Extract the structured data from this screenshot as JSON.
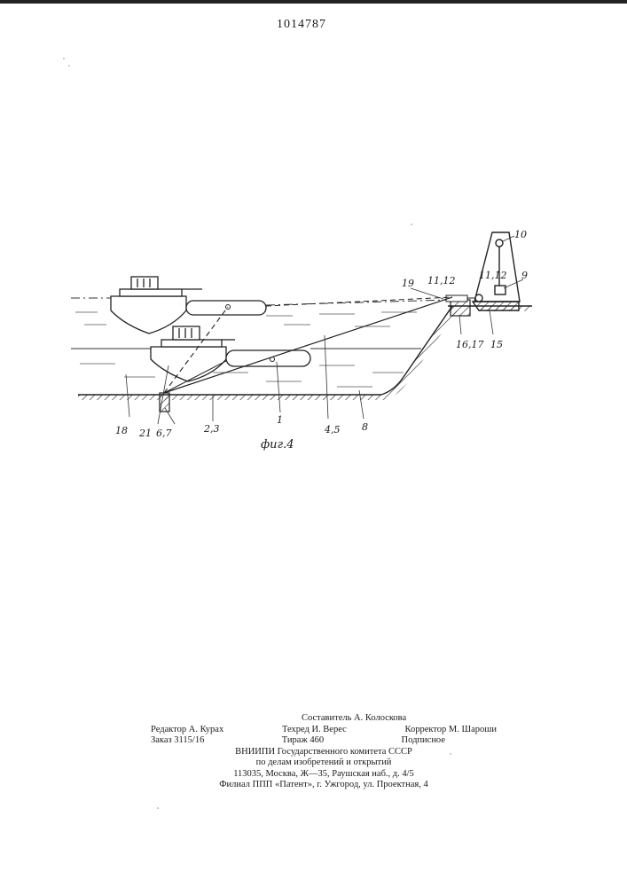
{
  "header": {
    "patent_number": "1014787"
  },
  "figure": {
    "caption": "фиг.4",
    "labels": {
      "l10": "10",
      "l9": "9",
      "l19": "19",
      "l1112a": "11,12",
      "l1112b": "11,12",
      "l1617": "16,17",
      "l15": "15",
      "l18": "18",
      "l21": "21",
      "l67": "6,7",
      "l23": "2,3",
      "l1": "1",
      "l45": "4,5",
      "l8": "8"
    }
  },
  "imprint": {
    "compiler": "Составитель А. Колоскова",
    "editor": "Редактор А. Курах",
    "techred": "Техред И. Верес",
    "corrector": "Корректор М. Шароши",
    "order": "Заказ 3115/16",
    "circulation": "Тираж 460",
    "subscription": "Подписное",
    "org1": "ВНИИПИ Государственного комитета СССР",
    "org2": "по делам изобретений и открытий",
    "address": "113035, Москва, Ж—35, Раушская наб., д. 4/5",
    "branch": "Филиал ППП «Патент», г. Ужгород, ул. Проектная, 4"
  }
}
